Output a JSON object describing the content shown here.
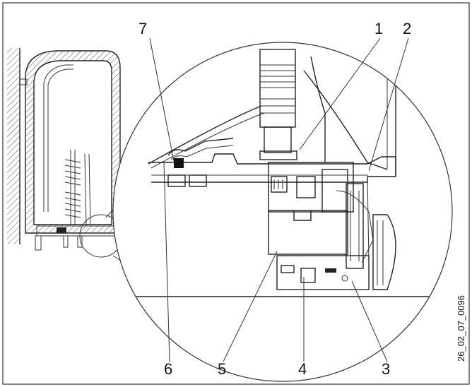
{
  "figure": {
    "reference_code": "26_02_07_0096",
    "callouts": [
      {
        "id": "7",
        "label": "7"
      },
      {
        "id": "1",
        "label": "1"
      },
      {
        "id": "2",
        "label": "2"
      },
      {
        "id": "6",
        "label": "6"
      },
      {
        "id": "5",
        "label": "5"
      },
      {
        "id": "4",
        "label": "4"
      },
      {
        "id": "3",
        "label": "3"
      }
    ]
  }
}
